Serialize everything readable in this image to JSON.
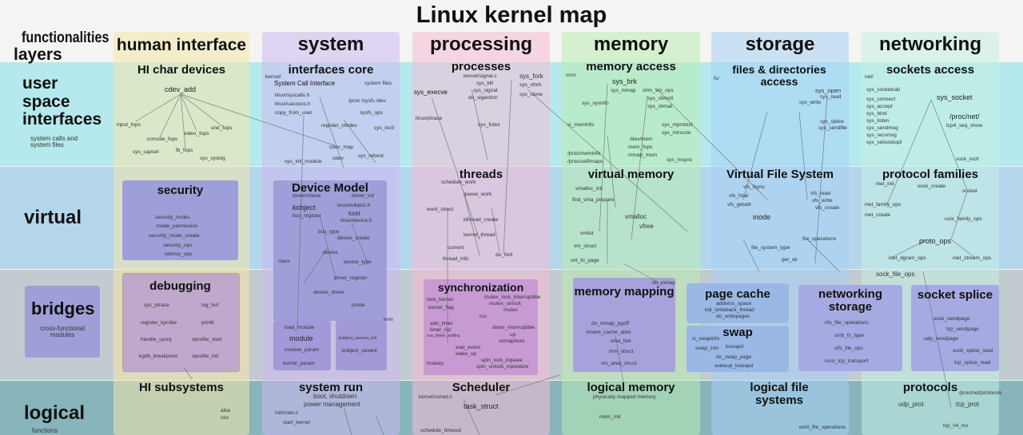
{
  "title": "Linux kernel map",
  "corner": {
    "functionalities": "functionalities",
    "layers": "layers"
  },
  "columns": {
    "human": "human interface",
    "system": "system",
    "processing": "processing",
    "memory": "memory",
    "storage": "storage",
    "networking": "networking"
  },
  "rows": {
    "user": {
      "title": "user space interfaces",
      "desc": "system calls and system files"
    },
    "virtual": {
      "title": "virtual"
    },
    "bridges": {
      "title": "bridges",
      "desc": "cross-functional modules"
    },
    "logical": {
      "title": "logical",
      "desc": "functions"
    }
  },
  "sections": {
    "hi_char": "HI char devices",
    "interfaces_core": "interfaces core",
    "processes": "processes",
    "memory_access": "memory access",
    "files_dirs": "files & directories access",
    "sockets_access": "sockets access",
    "security": "security",
    "device_model": "Device Model",
    "threads": "threads",
    "virtual_memory": "virtual memory",
    "vfs": "Virtual File System",
    "protocol_families": "protocol families",
    "debugging": "debugging",
    "synchronization": "synchronization",
    "memory_mapping": "memory mapping",
    "page_cache": "page cache",
    "swap": "swap",
    "networking_storage": "networking storage",
    "socket_splice": "socket splice",
    "hi_subsystems": "HI subsystems",
    "system_run": "system run",
    "scheduler": "Scheduler",
    "logical_memory": "logical memory",
    "logical_fs": "logical file systems",
    "protocols": "protocols"
  },
  "labels": {
    "cdev_add": "cdev_add",
    "input_fops": "input_fops",
    "console_fops": "console_fops",
    "video_fops": "video_fops",
    "snd_fops": "snd_fops",
    "sys_capset": "sys_capset",
    "fb_fops": "fb_fops",
    "sys_syslog": "sys_syslog",
    "sci": "System Call Interface",
    "system_files": "system files",
    "syscalls_h": "linux/syscalls.h",
    "uaccess_h": "linux/uaccess.h",
    "copy_from_user": "copy_from_user",
    "proc_sysfs_dev": "/proc /sysfs /dev",
    "sysfs_ops": "sysfs_ops",
    "sys_ioctl": "sys_ioctl",
    "register_chrdev": "register_chrdev",
    "cdev_map": "cdev_map",
    "cdev": "cdev",
    "sys_init_module": "sys_init_module",
    "sys_reboot": "sys_reboot",
    "kernel_signal": "kernel/signal.c",
    "sys_fork": "sys_fork",
    "sys_execve": "sys_execve",
    "sys_kill": "sys_kill",
    "sys_signal": "sys_signal",
    "do_sigaction": "do_sigaction",
    "sys_vfork": "sys_vfork",
    "sys_clone": "sys_clone",
    "sys_futex": "sys_futex",
    "linux_ptrace": "linux/ptrace",
    "sys_brk": "sys_brk",
    "sys_mmap": "sys_mmap",
    "shm_vm_ops": "shm_vm_ops",
    "sys_shmctl": "sys_shmctl",
    "sys_shmat": "sys_shmat",
    "sys_sysinfo": "sys_sysinfo",
    "si_meminfo": "si_meminfo",
    "sys_mprotect": "sys_mprotect",
    "sys_mincore": "sys_mincore",
    "dev_mem": "/dev/mem",
    "mem_fops": "mem_fops",
    "mmap_mem": "mmap_mem",
    "proc_meminfo": "/proc/meminfo",
    "proc_self_maps": "/proc/self/maps",
    "sys_msync": "sys_msync",
    "sys_open": "sys_open",
    "sys_read": "sys_read",
    "sys_write": "sys_write",
    "sys_splice": "sys_splice",
    "sys_sendfile": "sys_sendfile",
    "sys_socketcall": "sys_socketcall",
    "sys_socket": "sys_socket",
    "sys_connect": "sys_connect",
    "sys_accept": "sys_accept",
    "sys_bind": "sys_bind",
    "sys_listen": "sys_listen",
    "sys_sendmsg": "sys_sendmsg",
    "sys_recvmsg": "sys_recvmsg",
    "sys_setsockopt": "sys_setsockopt",
    "proc_net": "/proc/net/",
    "tcp4_seq_show": "tcp4_seq_show",
    "sock_ioctl": "sock_ioctl",
    "security_hooks": "security_hooks",
    "mode_permission": "mode_permission",
    "security_inode_create": "security_inode_create",
    "security_ops": "security_ops",
    "selinux_ops": "selinux_ops",
    "drivers_base": "drivers/base",
    "driver_init": "driver_init",
    "kobject": "kobject",
    "kobject_h": "linux/kobject.h",
    "kset": "kset",
    "bus_register": "bus_register",
    "device_h": "linux/device.h",
    "bus_type": "bus_type",
    "device_create": "device_create",
    "device": "device",
    "device_type": "device_type",
    "class": "class",
    "schedule_work": "schedule_work",
    "queue_work": "queue_work",
    "work_struct": "work_struct",
    "kthread_create": "kthread_create",
    "kernel_thread": "kernel_thread",
    "current": "current",
    "thread_info": "thread_info",
    "do_fork": "do_fork",
    "vmalloc_init": "vmalloc_init",
    "find_vma_prepare": "find_vma_prepare",
    "vmalloc": "vmalloc",
    "vfree": "vfree",
    "vm_struct": "vm_struct",
    "virt_to_page": "virt_to_page",
    "vmlist": "vmlist",
    "vfs_fsync": "vfs_fsync",
    "vfs_fstat": "vfs_fstat",
    "vfs_getattr": "vfs_getattr",
    "vfs_read": "vfs_read",
    "vfs_write": "vfs_write",
    "vfs_create": "vfs_create",
    "inode": "inode",
    "file_system_type": "file_system_type",
    "file_operations": "file_operations",
    "get_sb": "get_sb",
    "inet_init": "inet_init",
    "sock_create": "sock_create",
    "socket": "socket",
    "inet_family_ops": "inet_family_ops",
    "inet_create": "inet_create",
    "unix_family_ops": "unix_family_ops",
    "proto_ops": "proto_ops",
    "inet_dgram_ops": "inet_dgram_ops",
    "inet_stream_ops": "inet_stream_ops",
    "sock_file_ops": "sock_file_ops",
    "sys_ptrace": "sys_ptrace",
    "log_buf": "log_buf",
    "register_kprobe": "register_kprobe",
    "printk": "printk",
    "handle_sysrq": "handle_sysrq",
    "oprofile_start": "oprofile_start",
    "kgdb_breakpoint": "kgdb_breakpoint",
    "oprofile_init": "oprofile_init",
    "driver_register": "driver_register",
    "device_driver": "device_driver",
    "probe": "probe",
    "kvm": "kvm",
    "load_module": "load_module",
    "module": "module",
    "module_param": "module_param",
    "kernel_param": "kernel_param",
    "kobject_uevent": "kobject_uevent_init",
    "kobject_uevent2": "kobject_uevent",
    "mutex_lock_interruptible": "mutex_lock_interruptible",
    "mutex_unlock": "mutex_unlock",
    "lock_kernel": "lock_kernel",
    "kernel_flag": "kernel_flag",
    "mutex": "mutex",
    "add_timer": "add_timer",
    "timer_list": "timer_list",
    "run_timer_softirq": "run_timer_softirq",
    "rcu": "rcu",
    "down_interruptible": "down_interruptible",
    "up": "up",
    "semaphore": "semaphore",
    "wait_event": "wait_event",
    "wake_up": "wake_up",
    "msleep": "msleep",
    "spin_lock_irqsave": "spin_lock_irqsave",
    "spin_unlock_irqrestore": "spin_unlock_irqrestore",
    "do_mmap_pgoff": "do_mmap_pgoff",
    "kmem_cache_alloc": "kmem_cache_alloc",
    "vma_link": "vma_link",
    "mm_struct": "mm_struct",
    "vm_area_struct": "vm_area_struct",
    "do_mmap": "do_mmap",
    "address_space": "address_space",
    "bdi_writeback_thread": "bdi_writeback_thread",
    "do_writepages": "do_writepages",
    "si_swapinfo": "si_swapinfo",
    "kswapd": "kswapd",
    "swap_info": "swap_info",
    "do_swap_page": "do_swap_page",
    "wakeup_kswapd": "wakeup_kswapd",
    "nfs_file_operations": "nfs_file_operations",
    "smb_fs_type": "smb_fs_type",
    "cifs_file_ops": "cifs_file_ops",
    "iscsi_tcp_transport": "iscsi_tcp_transport",
    "sock_sendpage": "sock_sendpage",
    "tcp_sendpage": "tcp_sendpage",
    "udp_sendpage": "udp_sendpage",
    "sock_splice_read": "sock_splice_read",
    "tcp_splice_read": "tcp_splice_read",
    "boot_shutdown": "boot, shutdown",
    "power_management": "power management",
    "init_main": "init/main.c",
    "start_kernel": "start_kernel",
    "kernel_sched": "kernel/sched.c",
    "task_struct": "task_struct",
    "schedule_timeout": "schedule_timeout",
    "physically_mapped": "physically mapped memory",
    "mem_init": "mem_init",
    "ext4_file_operations": "ext4_file_operations",
    "proc_net_protocols": "/proc/net/protocols",
    "udp_prot": "udp_prot",
    "tcp_prot": "tcp_prot",
    "tcp_v4_rcv": "tcp_v4_rcv",
    "alsa": "alsa",
    "oss": "oss",
    "kernel": "kernel/",
    "net": "net/",
    "fs": "fs/",
    "mm": "mm/"
  }
}
